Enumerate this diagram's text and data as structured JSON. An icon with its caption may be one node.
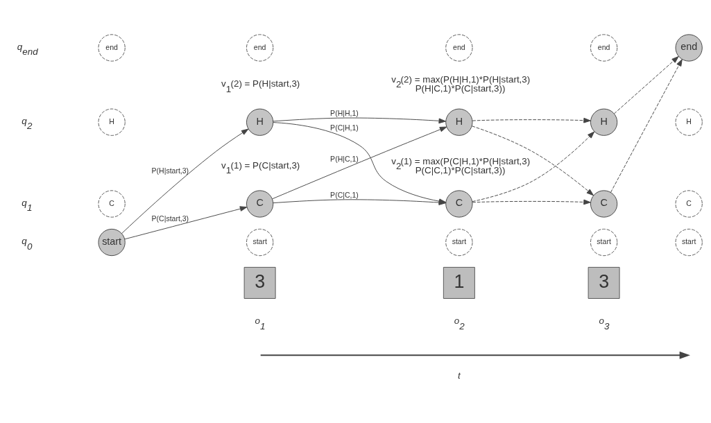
{
  "diagram": {
    "nodes": [
      {
        "text": [
          "end"
        ]
      },
      {
        "text": [
          "end"
        ]
      },
      {
        "text": [
          "end"
        ]
      },
      {
        "text": [
          "end"
        ]
      },
      {
        "text": [
          "end"
        ]
      },
      {
        "text": [
          "H"
        ]
      },
      {
        "text": [
          "H"
        ],
        "beside": [
          "v$_{1}$(2) = P(H|start,3)"
        ]
      },
      {
        "text": [
          "H"
        ],
        "beside": [
          "v$_{2}$(2) = max(P(H|H,1)*P(H|start,3) P(H|C,1)*P(C|start,3))"
        ]
      },
      {
        "text": [
          "H"
        ]
      },
      {
        "text": [
          "H"
        ]
      },
      {
        "text": [
          "C"
        ]
      },
      {
        "text": [
          "C"
        ],
        "beside": [
          "v$_{1}$(1) = P(C|start,3)"
        ]
      },
      {
        "text": [
          "C"
        ],
        "beside": [
          "v$_{2}$(1) = max(P(C|H,1)*P(H|start,3) P(C|C,1)*P(C|start,3))"
        ]
      },
      {
        "text": [
          "C"
        ]
      },
      {
        "text": [
          "C"
        ]
      },
      {
        "text": [
          "start"
        ]
      },
      {
        "text": [
          "start"
        ]
      },
      {
        "text": [
          "start"
        ]
      },
      {
        "text": [
          "start"
        ]
      },
      {
        "text": [
          "start"
        ]
      },
      {
        "text": [
          "3"
        ],
        "beside": [
          "o$_{1}$"
        ]
      },
      {
        "text": [
          "1"
        ],
        "beside": [
          "o$_{2}$"
        ]
      },
      {
        "text": [
          "3"
        ],
        "beside": [
          "o$_{3}$"
        ]
      }
    ],
    "edges": [
      {
        "from": 15,
        "to": 6,
        "arrow": "to",
        "label": "P(H|start,3)"
      },
      {
        "from": 15,
        "to": 11,
        "arrow": "to",
        "label": "P(C|start,3)"
      },
      {
        "from": 6,
        "to": 7,
        "arrow": "to",
        "label": "P(H|H,1)"
      },
      {
        "from": 6,
        "to": 12,
        "arrow": "to",
        "label": "P(C|H,1)"
      },
      {
        "from": 11,
        "to": 7,
        "arrow": "to",
        "label": "P(H|C,1)"
      },
      {
        "from": 11,
        "to": 12,
        "arrow": "to",
        "label": "P(C|C,1)"
      },
      {
        "from": 7,
        "to": 8,
        "arrow": "to",
        "style": "dashed"
      },
      {
        "from": 7,
        "to": 13,
        "arrow": "to",
        "style": "dashed"
      },
      {
        "from": 12,
        "to": 8,
        "arrow": "to",
        "style": "dashed"
      },
      {
        "from": 12,
        "to": 13,
        "arrow": "to",
        "style": "dashed"
      },
      {
        "from": 8,
        "to": 4,
        "arrow": "to",
        "style": "dashed"
      },
      {
        "from": 13,
        "to": 4,
        "arrow": "to",
        "style": "dashed"
      }
    ],
    "labels": [
      "q$_{end}$",
      "q$_{2}$",
      "q$_{1}$",
      "q$_{0}$",
      "t"
    ]
  }
}
